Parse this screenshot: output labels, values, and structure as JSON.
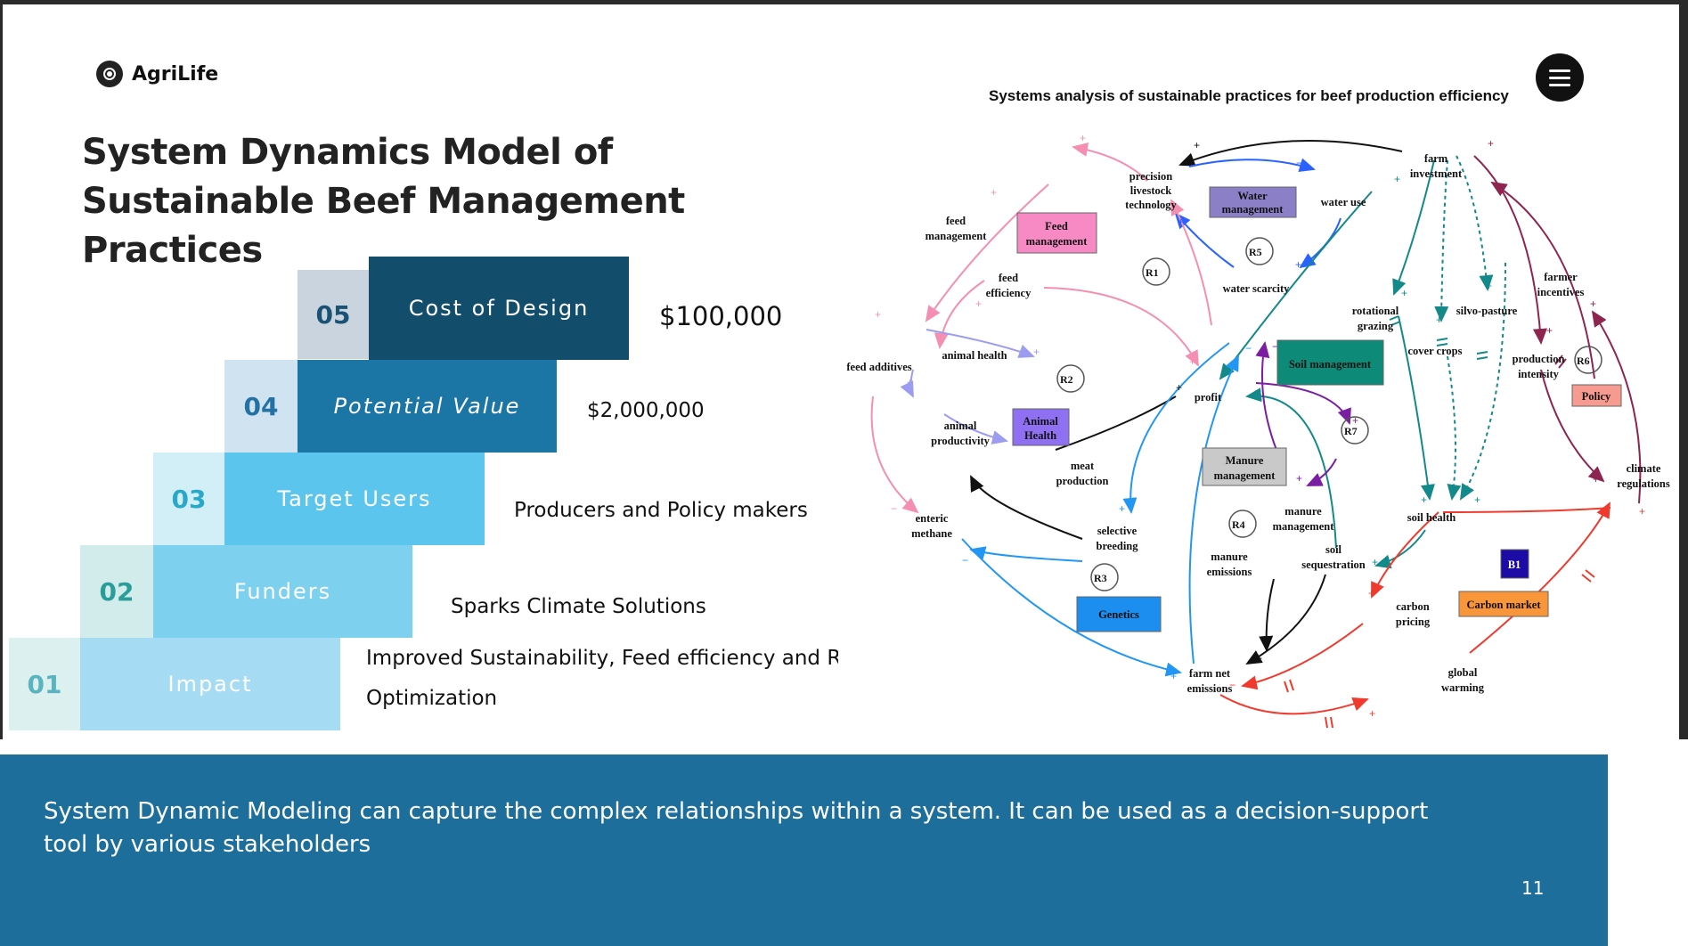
{
  "brand": {
    "name": "AgriLife"
  },
  "title": "System Dynamics Model of Sustainable Beef Management Practices",
  "diagram": {
    "title": "Systems analysis of sustainable practices for beef production efficiency",
    "nodes": {
      "precision": [
        "precision",
        "livestock",
        "technology"
      ],
      "farm_investment": [
        "farm",
        "investment"
      ],
      "water_use": "water use",
      "feed_management": [
        "feed",
        "management"
      ],
      "water_scarcity": "water scarcity",
      "feed_efficiency": [
        "feed",
        "efficiency"
      ],
      "farmer_incentives": [
        "farmer",
        "incentives"
      ],
      "rotational_grazing": [
        "rotational",
        "grazing"
      ],
      "silvo_pasture": "silvo-pasture",
      "cover_crops": "cover crops",
      "production_intensity": [
        "production",
        "intensity"
      ],
      "feed_additives": "feed additives",
      "animal_health": "animal health",
      "profit": "profit",
      "animal_productivity": [
        "animal",
        "productivity"
      ],
      "meat_production": [
        "meat",
        "production"
      ],
      "climate_regulations": [
        "climate",
        "regulations"
      ],
      "enteric_methane": [
        "enteric",
        "methane"
      ],
      "selective_breeding": [
        "selective",
        "breeding"
      ],
      "manure_management_var": [
        "manure",
        "management"
      ],
      "soil_health": "soil health",
      "manure_emissions": [
        "manure",
        "emissions"
      ],
      "soil_sequestration": [
        "soil",
        "sequestration"
      ],
      "carbon_pricing": [
        "carbon",
        "pricing"
      ],
      "farm_net_emissions": [
        "farm net",
        "emissions"
      ],
      "global_warming": [
        "global",
        "warming"
      ]
    },
    "boxes": {
      "water_management": [
        "Water",
        "management"
      ],
      "feed_management": [
        "Feed",
        "management"
      ],
      "soil_management": "Soil management",
      "animal_health": [
        "Animal",
        "Health"
      ],
      "policy": "Policy",
      "manure_management": [
        "Manure",
        "management"
      ],
      "genetics": "Genetics",
      "carbon_market": "Carbon market",
      "b1": "B1"
    },
    "loops": [
      "R1",
      "R2",
      "R3",
      "R4",
      "R5",
      "R6",
      "R7"
    ],
    "colors": {
      "pink": "#f48fb1",
      "blue": "#2962ff",
      "teal": "#13898a",
      "purple": "#7b1fa2",
      "red": "#f03a2e",
      "lightblue": "#2196f3",
      "maroon": "#8e2450",
      "black": "#111111"
    }
  },
  "steps": [
    {
      "number": "05",
      "label": "Cost of Design",
      "value": "$100,000"
    },
    {
      "number": "04",
      "label": "Potential Value",
      "value": "$2,000,000"
    },
    {
      "number": "03",
      "label": "Target Users",
      "value": "Producers and Policy makers"
    },
    {
      "number": "02",
      "label": "Funders",
      "value": "Sparks Climate Solutions"
    },
    {
      "number": "01",
      "label": "Impact",
      "value": "Improved Sustainability, Feed efficiency and Re",
      "value_line2": "Optimization"
    }
  ],
  "step_colors": {
    "05": {
      "num_bg": "#c9d4de",
      "num_fg": "#1a5276",
      "box_bg": "#124d6c"
    },
    "04": {
      "num_bg": "#cfe3f1",
      "num_fg": "#2471a3",
      "box_bg": "#1b76a6"
    },
    "03": {
      "num_bg": "#d2eff8",
      "num_fg": "#2aa8c9",
      "box_bg": "#5cc5ee"
    },
    "02": {
      "num_bg": "#d1ecea",
      "num_fg": "#2a9d9a",
      "box_bg": "#7ed0ef"
    },
    "01": {
      "num_bg": "#dcf0f0",
      "num_fg": "#59b4bf",
      "box_bg": "#a6dcf3"
    }
  },
  "footer": {
    "text": "System Dynamic Modeling can capture the complex relationships within a system. It can be used as a decision-support tool by various stakeholders",
    "page_number": "11"
  }
}
